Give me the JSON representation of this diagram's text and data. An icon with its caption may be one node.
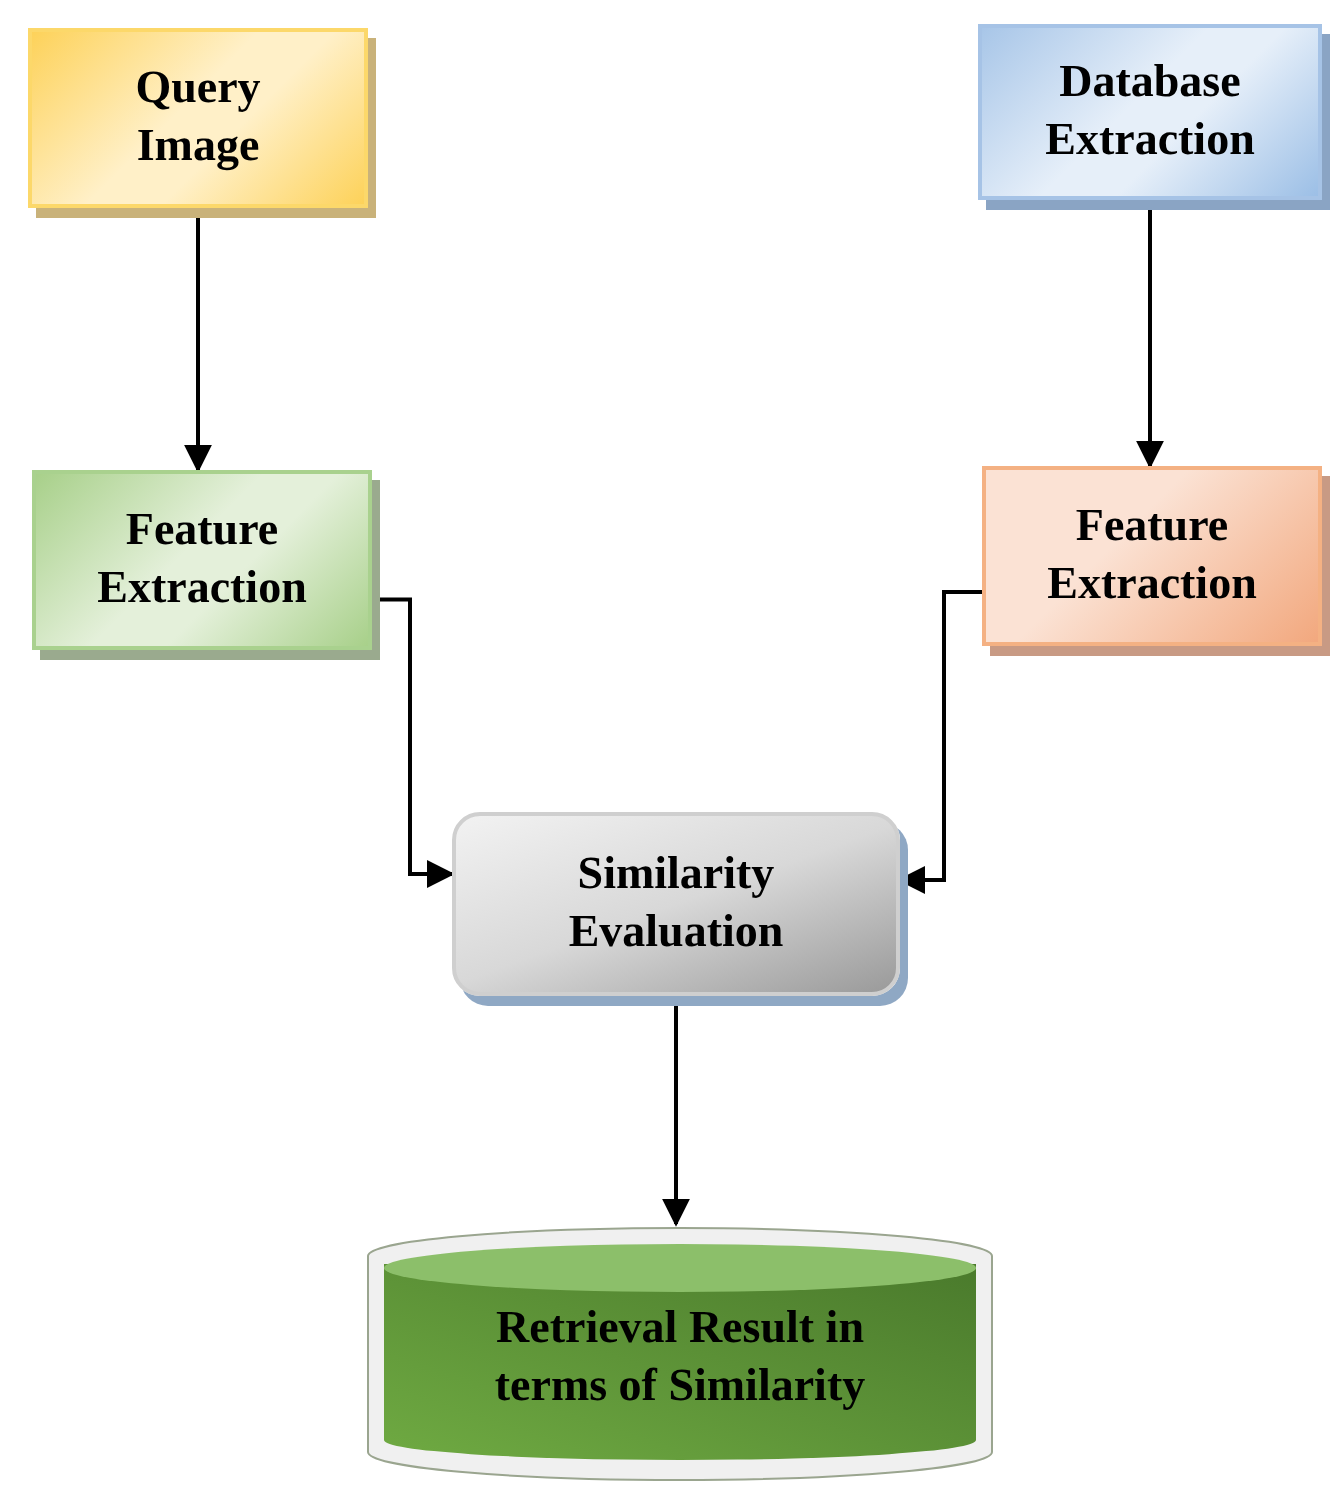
{
  "diagram": {
    "nodes": [
      {
        "text": [
          "Query Image"
        ]
      },
      {
        "text": [
          "Database Extraction"
        ]
      },
      {
        "text": [
          "Feature Extraction"
        ]
      },
      {
        "text": [
          "Feature Extraction"
        ]
      },
      {
        "text": [
          "Similarity Evaluation"
        ]
      },
      {
        "text": [
          "Retrieval Result in terms of Similarity"
        ]
      }
    ],
    "edges": [
      {
        "from": 0,
        "to": 2,
        "arrow": "to"
      },
      {
        "from": 1,
        "to": 3,
        "arrow": "to"
      },
      {
        "from": 2,
        "to": 4,
        "arrow": "to"
      },
      {
        "from": 3,
        "to": 4,
        "arrow": "to"
      },
      {
        "from": 4,
        "to": 5,
        "arrow": "to"
      }
    ]
  }
}
